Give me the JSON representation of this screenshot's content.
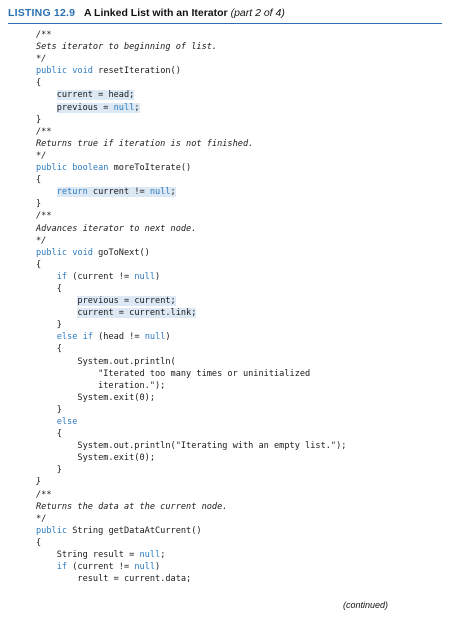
{
  "listing": {
    "number": "LISTING 12.9",
    "title": "A Linked List with an Iterator",
    "part": "(part 2 of 4)"
  },
  "code_lines": [
    "/**",
    "Sets iterator to beginning of list.",
    "*/",
    "public void resetIteration()",
    "{",
    "    current = head;",
    "    previous = null;",
    "}",
    "/**",
    "Returns true if iteration is not finished.",
    "*/",
    "public boolean moreToIterate()",
    "{",
    "    return current != null;",
    "}",
    "/**",
    "Advances iterator to next node.",
    "*/",
    "public void goToNext()",
    "{",
    "    if (current != null)",
    "    {",
    "        previous = current;",
    "        current = current.link;",
    "    }",
    "    else if (head != null)",
    "    {",
    "        System.out.println(",
    "            \"Iterated too many times or uninitialized",
    "            iteration.\");",
    "        System.exit(0);",
    "    }",
    "    else",
    "    {",
    "        System.out.println(\"Iterating with an empty list.\");",
    "        System.exit(0);",
    "    }",
    "}",
    "/**",
    "Returns the data at the current node.",
    "*/",
    "public String getDataAtCurrent()",
    "{",
    "    String result = null;",
    "    if (current != null)",
    "        result = current.data;"
  ],
  "footer": {
    "continued": "(continued)"
  }
}
